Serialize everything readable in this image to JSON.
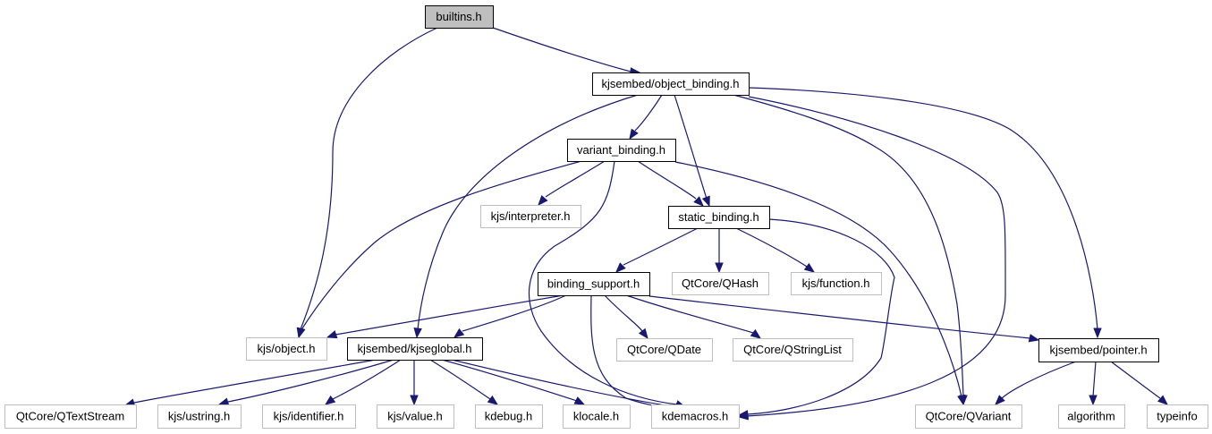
{
  "diagram": {
    "title": "builtins.h include dependency graph",
    "edge_color": "#191970",
    "root_fill": "#bfbfbf",
    "nodes": [
      {
        "id": "builtins",
        "label": "builtins.h",
        "kind": "root"
      },
      {
        "id": "object_binding",
        "label": "kjsembed/object_binding.h",
        "kind": "main"
      },
      {
        "id": "variant_binding",
        "label": "variant_binding.h",
        "kind": "main"
      },
      {
        "id": "interpreter",
        "label": "kjs/interpreter.h",
        "kind": "ext"
      },
      {
        "id": "static_binding",
        "label": "static_binding.h",
        "kind": "main"
      },
      {
        "id": "binding_support",
        "label": "binding_support.h",
        "kind": "main"
      },
      {
        "id": "qhash",
        "label": "QtCore/QHash",
        "kind": "ext"
      },
      {
        "id": "function",
        "label": "kjs/function.h",
        "kind": "ext"
      },
      {
        "id": "object",
        "label": "kjs/object.h",
        "kind": "ext"
      },
      {
        "id": "kjseglobal",
        "label": "kjsembed/kjseglobal.h",
        "kind": "main"
      },
      {
        "id": "qdate",
        "label": "QtCore/QDate",
        "kind": "ext"
      },
      {
        "id": "qstringlist",
        "label": "QtCore/QStringList",
        "kind": "ext"
      },
      {
        "id": "pointer",
        "label": "kjsembed/pointer.h",
        "kind": "main"
      },
      {
        "id": "qtextstream",
        "label": "QtCore/QTextStream",
        "kind": "ext"
      },
      {
        "id": "ustring",
        "label": "kjs/ustring.h",
        "kind": "ext"
      },
      {
        "id": "identifier",
        "label": "kjs/identifier.h",
        "kind": "ext"
      },
      {
        "id": "value",
        "label": "kjs/value.h",
        "kind": "ext"
      },
      {
        "id": "kdebug",
        "label": "kdebug.h",
        "kind": "ext"
      },
      {
        "id": "klocale",
        "label": "klocale.h",
        "kind": "ext"
      },
      {
        "id": "kdemacros",
        "label": "kdemacros.h",
        "kind": "ext"
      },
      {
        "id": "qvariant",
        "label": "QtCore/QVariant",
        "kind": "ext"
      },
      {
        "id": "algorithm",
        "label": "algorithm",
        "kind": "ext"
      },
      {
        "id": "typeinfo",
        "label": "typeinfo",
        "kind": "ext"
      }
    ],
    "edges": [
      {
        "from": "builtins",
        "to": "object_binding"
      },
      {
        "from": "builtins",
        "to": "object"
      },
      {
        "from": "object_binding",
        "to": "variant_binding"
      },
      {
        "from": "object_binding",
        "to": "static_binding"
      },
      {
        "from": "object_binding",
        "to": "kjseglobal"
      },
      {
        "from": "object_binding",
        "to": "qvariant"
      },
      {
        "from": "object_binding",
        "to": "kdemacros"
      },
      {
        "from": "object_binding",
        "to": "pointer"
      },
      {
        "from": "variant_binding",
        "to": "interpreter"
      },
      {
        "from": "variant_binding",
        "to": "static_binding"
      },
      {
        "from": "variant_binding",
        "to": "object"
      },
      {
        "from": "variant_binding",
        "to": "kdemacros"
      },
      {
        "from": "variant_binding",
        "to": "qvariant"
      },
      {
        "from": "static_binding",
        "to": "binding_support"
      },
      {
        "from": "static_binding",
        "to": "qhash"
      },
      {
        "from": "static_binding",
        "to": "function"
      },
      {
        "from": "static_binding",
        "to": "kdemacros"
      },
      {
        "from": "binding_support",
        "to": "object"
      },
      {
        "from": "binding_support",
        "to": "kjseglobal"
      },
      {
        "from": "binding_support",
        "to": "qdate"
      },
      {
        "from": "binding_support",
        "to": "qstringlist"
      },
      {
        "from": "binding_support",
        "to": "kdemacros"
      },
      {
        "from": "binding_support",
        "to": "pointer"
      },
      {
        "from": "kjseglobal",
        "to": "qtextstream"
      },
      {
        "from": "kjseglobal",
        "to": "ustring"
      },
      {
        "from": "kjseglobal",
        "to": "identifier"
      },
      {
        "from": "kjseglobal",
        "to": "value"
      },
      {
        "from": "kjseglobal",
        "to": "kdebug"
      },
      {
        "from": "kjseglobal",
        "to": "klocale"
      },
      {
        "from": "kjseglobal",
        "to": "kdemacros"
      },
      {
        "from": "pointer",
        "to": "qvariant"
      },
      {
        "from": "pointer",
        "to": "algorithm"
      },
      {
        "from": "pointer",
        "to": "typeinfo"
      }
    ]
  }
}
